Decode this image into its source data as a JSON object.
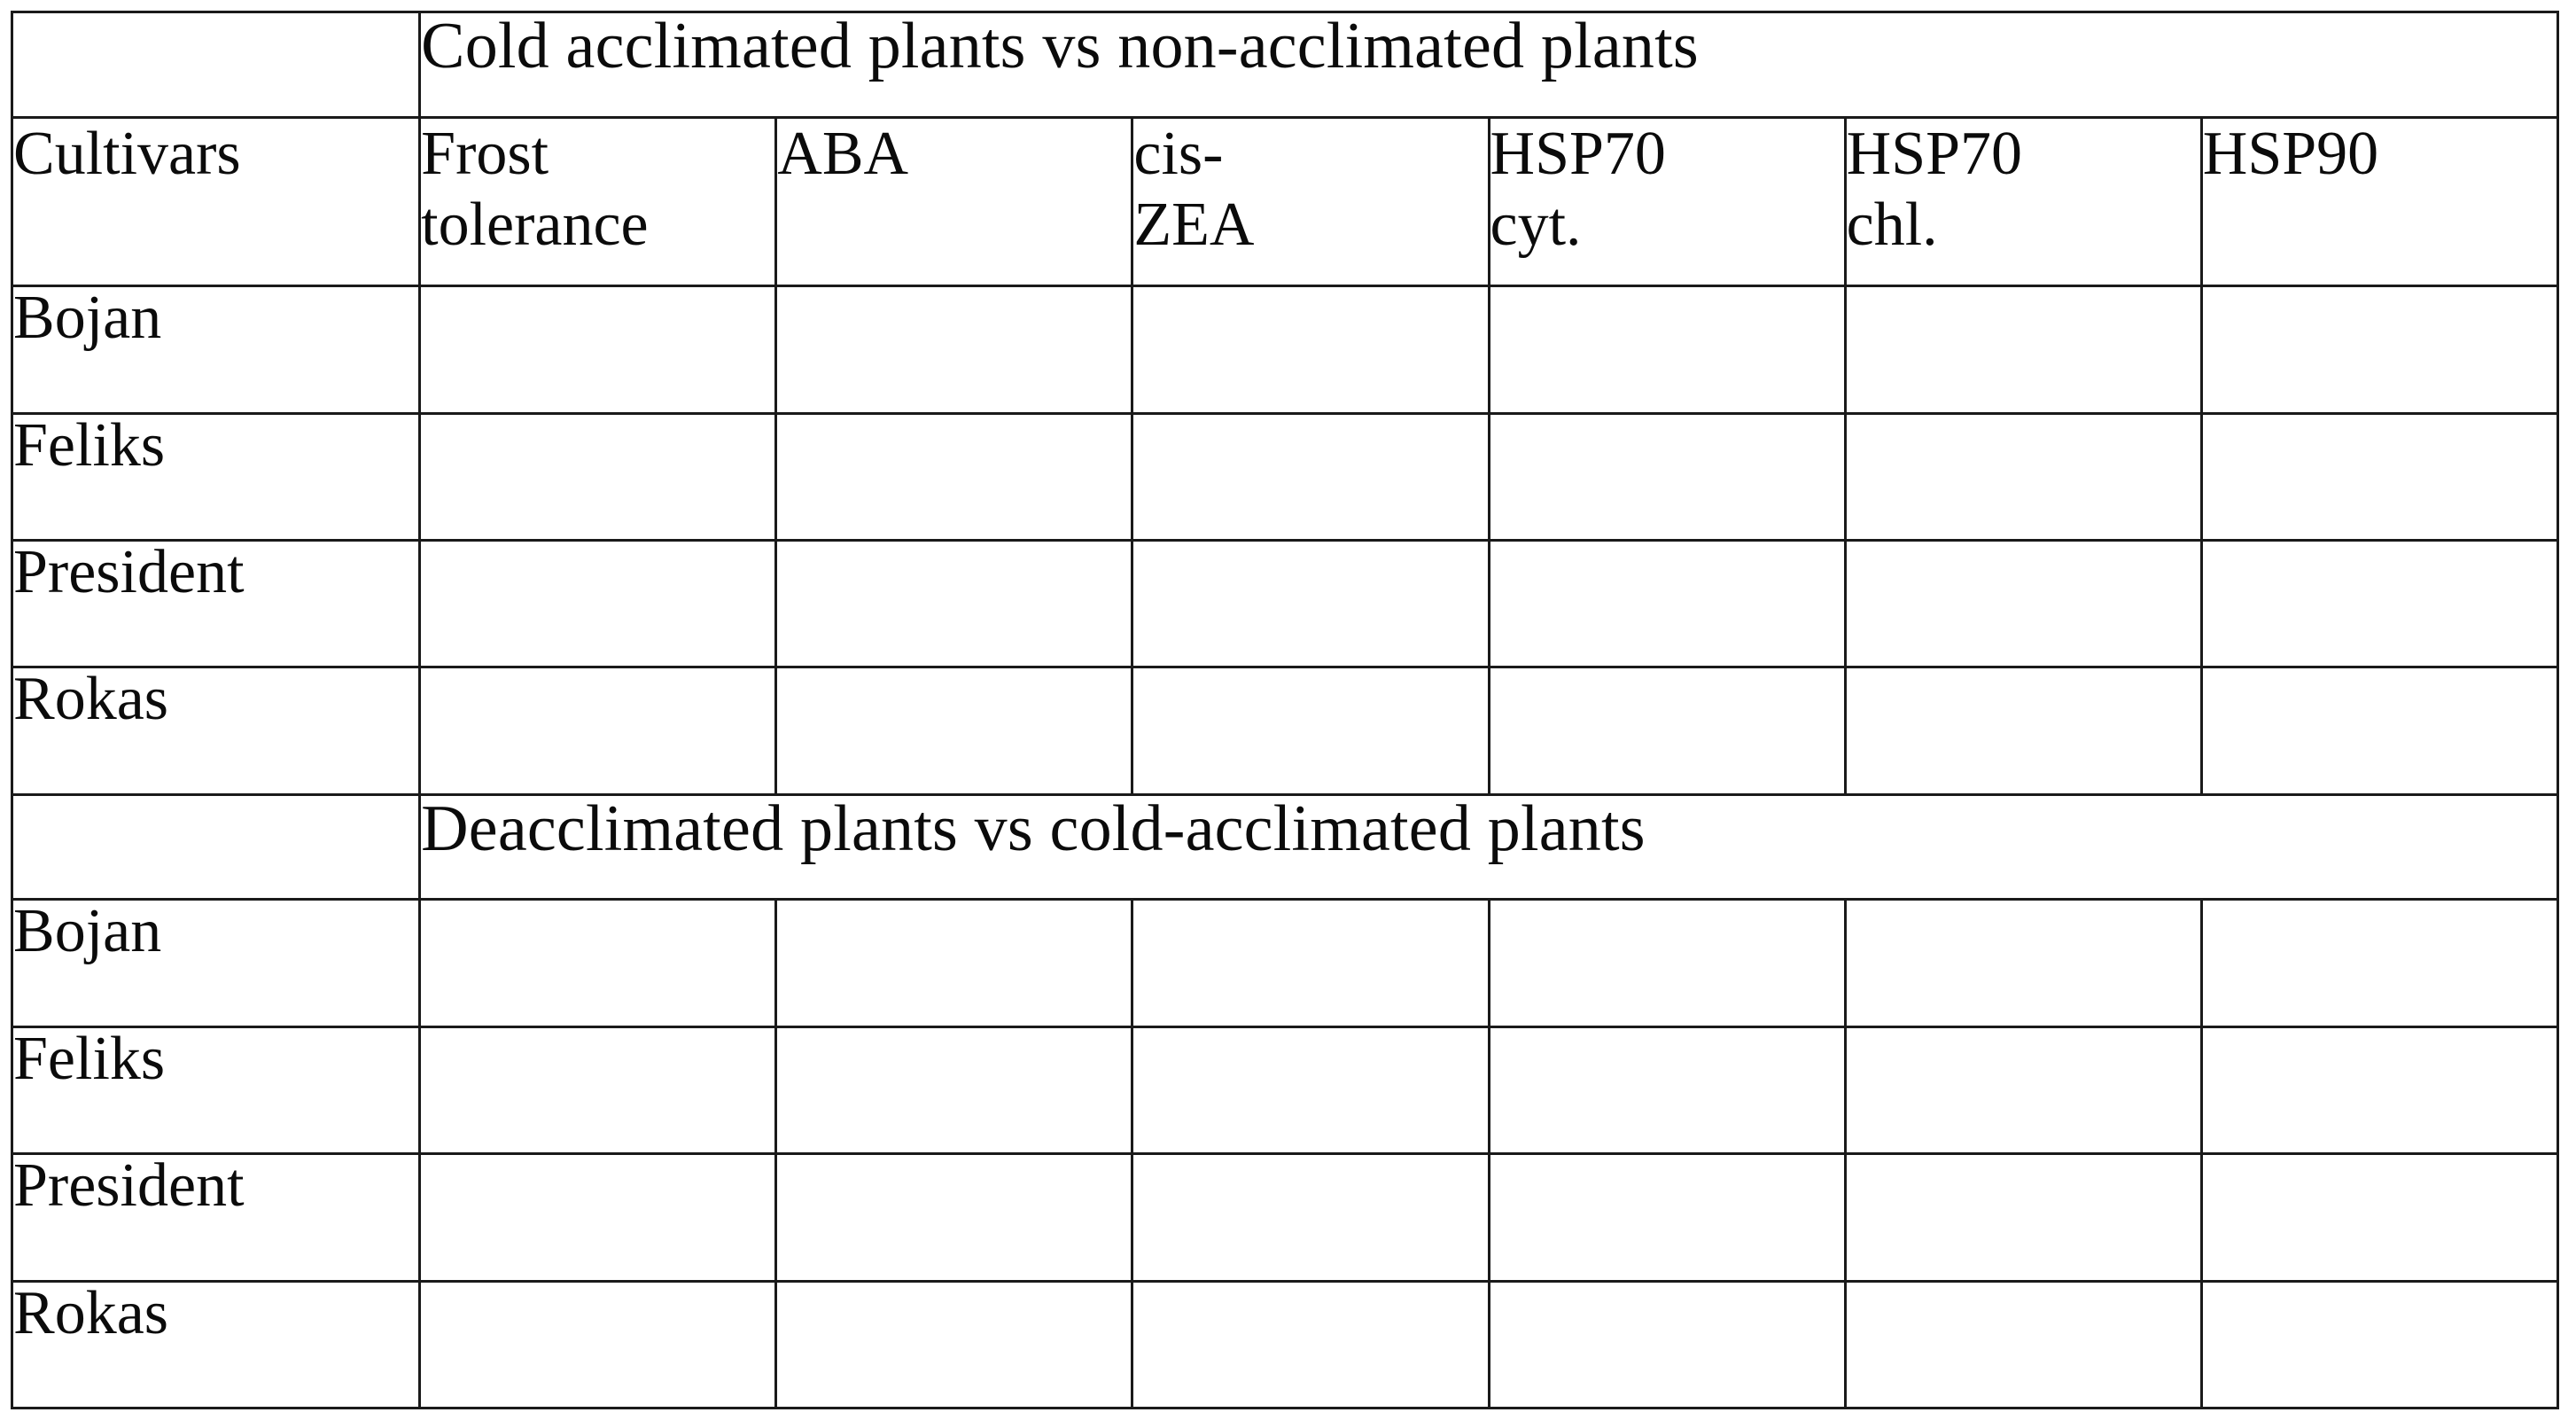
{
  "table": {
    "row_header_label": "Cultivars",
    "columns": [
      {
        "id": "frost_tolerance",
        "lines": [
          "Frost",
          "tolerance"
        ],
        "label": "Frost tolerance"
      },
      {
        "id": "aba",
        "lines": [
          "ABA"
        ],
        "label": "ABA"
      },
      {
        "id": "cis_zea",
        "lines": [
          "cis-",
          "ZEA"
        ],
        "label": "cis-ZEA"
      },
      {
        "id": "hsp70_cyt",
        "lines": [
          "HSP70",
          "cyt."
        ],
        "label": "HSP70 cyt."
      },
      {
        "id": "hsp70_chl",
        "lines": [
          "HSP70",
          "chl."
        ],
        "label": "HSP70 chl."
      },
      {
        "id": "hsp90",
        "lines": [
          "HSP90"
        ],
        "label": "HSP90"
      }
    ],
    "sections": [
      {
        "id": "cold-vs-non",
        "title": "Cold acclimated plants vs  non-acclimated plants",
        "rows": [
          {
            "cultivar": "Bojan",
            "cells": [
              "blue",
              "blue",
              "red",
              "blue",
              "blue",
              "blue"
            ]
          },
          {
            "cultivar": "Feliks",
            "cells": [
              "blue",
              "blue",
              "red",
              "blue",
              "blue",
              "blue"
            ]
          },
          {
            "cultivar": "President",
            "cells": [
              "blue",
              "blue",
              "red",
              "blue",
              "gray",
              "blue"
            ]
          },
          {
            "cultivar": "Rokas",
            "cells": [
              "blue",
              "blue",
              "red",
              "red",
              "gray",
              "red"
            ]
          }
        ]
      },
      {
        "id": "deacc-vs-cold",
        "title": "Deacclimated plants vs  cold-acclimated plants",
        "rows": [
          {
            "cultivar": "Bojan",
            "cells": [
              "red",
              "red",
              "gray",
              "red",
              "gray",
              "red"
            ]
          },
          {
            "cultivar": "Feliks",
            "cells": [
              "red",
              "red",
              "blue",
              "red",
              "red",
              "red"
            ]
          },
          {
            "cultivar": "President",
            "cells": [
              "red",
              "red",
              "gray",
              "red",
              "blue",
              "gray"
            ]
          },
          {
            "cultivar": "Rokas",
            "cells": [
              "red",
              "red",
              "blue",
              "red",
              "blue",
              "red"
            ]
          }
        ]
      }
    ]
  },
  "legend": {
    "blue": "#1b72c8",
    "red": "#ff0000",
    "gray": "#c0c0c0",
    "border": "#1a1a1a"
  }
}
